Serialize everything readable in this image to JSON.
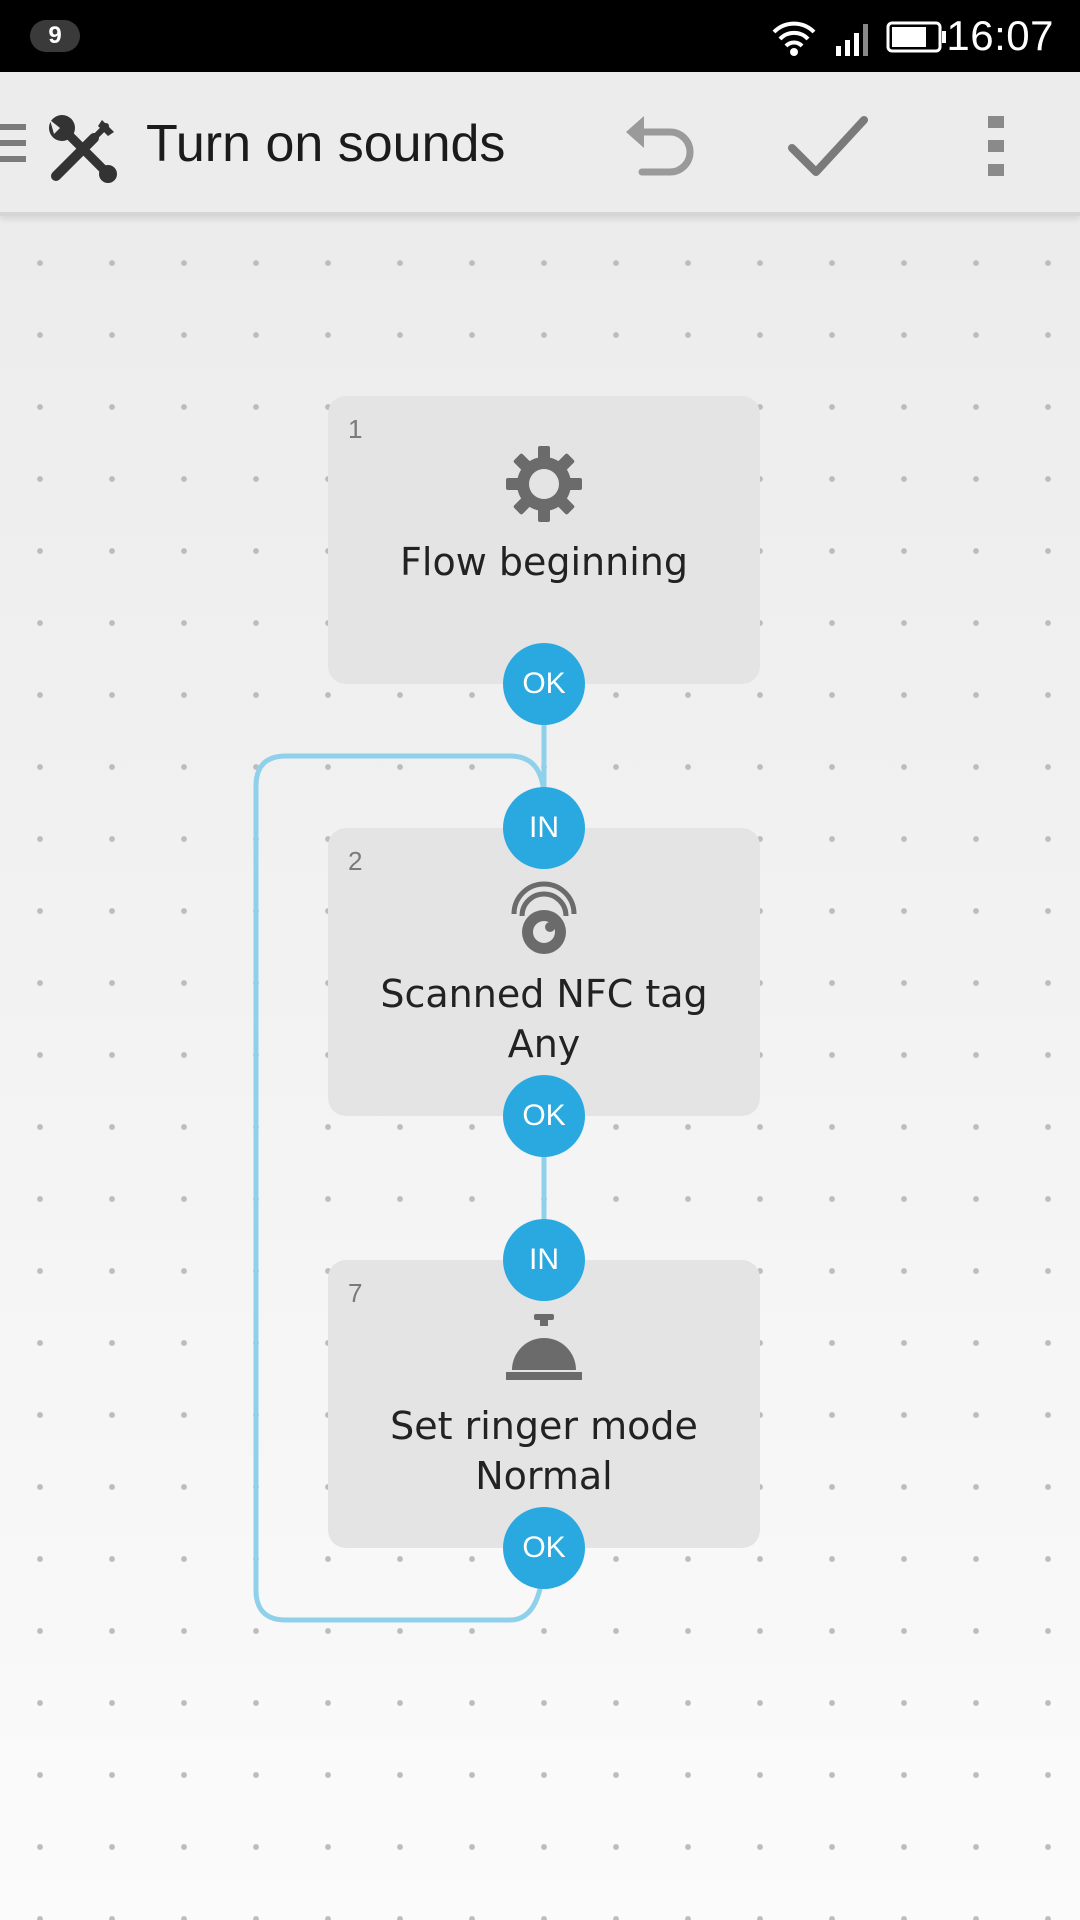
{
  "status_bar": {
    "notification_count": "9",
    "time": "16:07",
    "icons": [
      "wifi-icon",
      "signal-icon",
      "battery-icon"
    ]
  },
  "app_bar": {
    "title": "Turn on sounds",
    "icons": [
      "menu-icon",
      "tools-icon",
      "undo-icon",
      "check-icon",
      "overflow-menu-icon"
    ]
  },
  "flow": {
    "nodes": [
      {
        "number": "1",
        "icon": "gear-icon",
        "title": "Flow beginning",
        "subtitle": "",
        "ports": [
          "OK"
        ]
      },
      {
        "number": "2",
        "icon": "nfc-tag-icon",
        "title": "Scanned NFC tag",
        "subtitle": "Any",
        "ports": [
          "IN",
          "OK"
        ]
      },
      {
        "number": "7",
        "icon": "service-bell-icon",
        "title": "Set ringer mode",
        "subtitle": "Normal",
        "ports": [
          "IN",
          "OK"
        ]
      }
    ],
    "connector_color": "#8fd0ea",
    "port_color": "#2aa9e0"
  }
}
